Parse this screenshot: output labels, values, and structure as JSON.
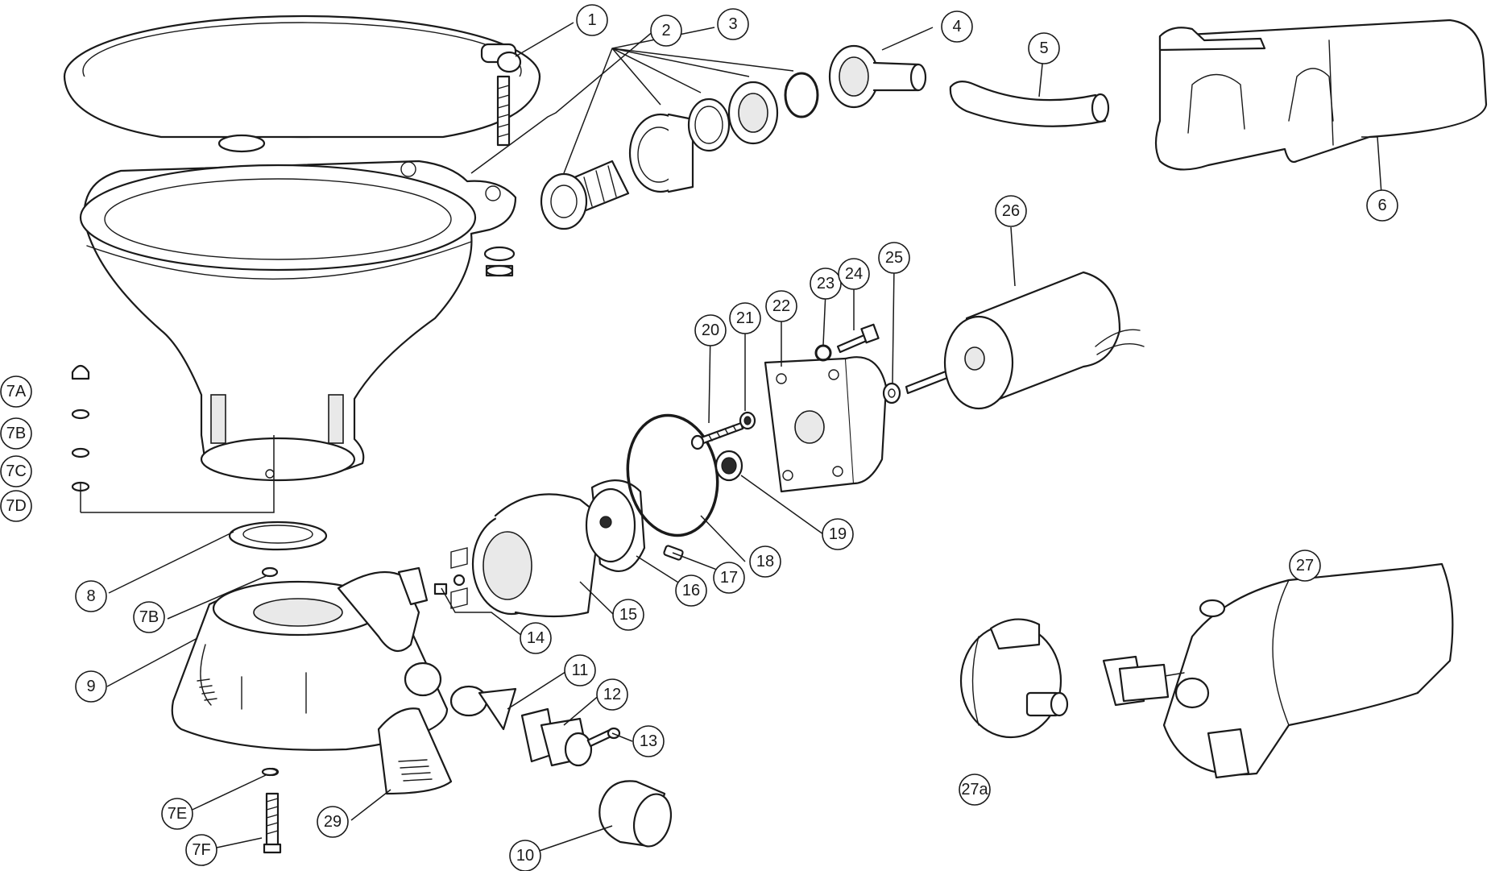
{
  "diagram": {
    "callouts": [
      "1",
      "2",
      "3",
      "4",
      "5",
      "6",
      "7A",
      "7B",
      "7C",
      "7D",
      "8",
      "7B",
      "9",
      "7E",
      "7F",
      "29",
      "10",
      "11",
      "12",
      "13",
      "14",
      "15",
      "16",
      "17",
      "18",
      "19",
      "20",
      "21",
      "22",
      "23",
      "24",
      "25",
      "26",
      "27",
      "27a"
    ]
  }
}
